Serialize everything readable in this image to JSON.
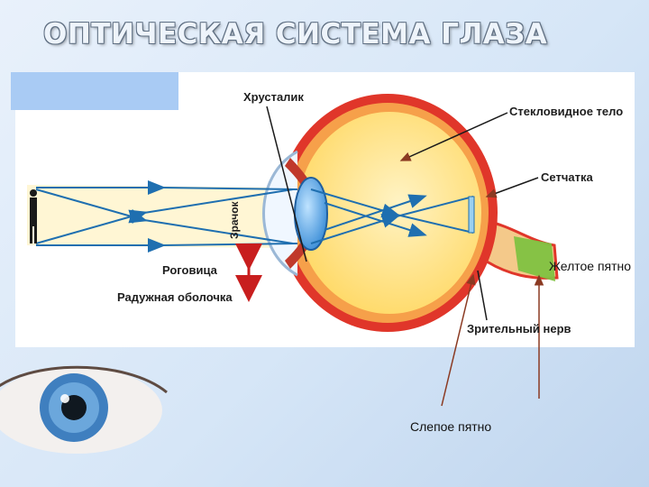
{
  "title": "ОПТИЧЕСКАЯ СИСТЕМА ГЛАЗА",
  "labels": {
    "lens": "Хрусталик",
    "vitreous": "Стекловидное тело",
    "retina": "Сетчатка",
    "pupil": "Зрачок",
    "cornea": "Роговица",
    "iris": "Радужная оболочка",
    "optic_nerve": "Зрительный нерв",
    "yellow_spot": "Желтое пятно",
    "blind_spot": "Слепое пятно"
  },
  "colors": {
    "sclera": "#e0362a",
    "vitreous": "#ffe79a",
    "lens": "#4aa3e6",
    "rays": "#1f6fb0",
    "yellow_spot": "#7fc241",
    "pointer_arrows": "#8b3a22",
    "iris_arrow": "#c81e1e"
  }
}
